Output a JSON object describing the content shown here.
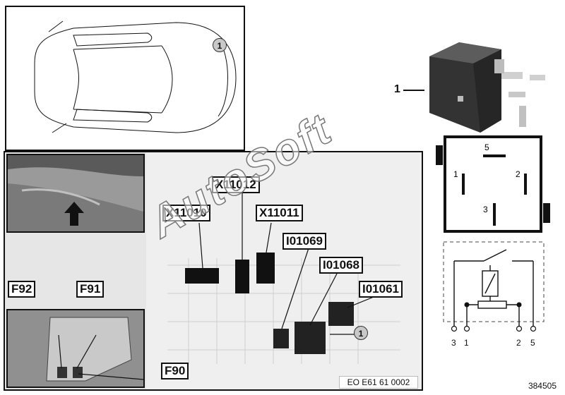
{
  "callout_label": "1",
  "connectors": {
    "x11012": "X11012",
    "x11010": "X11010",
    "x11011": "X11011",
    "i01069": "I01069",
    "i01068": "I01068",
    "i01061": "I01061",
    "f92": "F92",
    "f91": "F91",
    "f90": "F90"
  },
  "photo_caption": "EO E61 61 0002",
  "watermark": "AutoSoft",
  "relay": {
    "part_number": "1",
    "pins": {
      "p5": "5",
      "p1": "1",
      "p2": "2",
      "p3": "3"
    }
  },
  "schematic": {
    "terminals": [
      "3",
      "1",
      "2",
      "5"
    ]
  },
  "diagram_id": "384505",
  "colors": {
    "line": "#111111",
    "photo_gray": "#b4b4b4",
    "dark_gray": "#404040"
  }
}
